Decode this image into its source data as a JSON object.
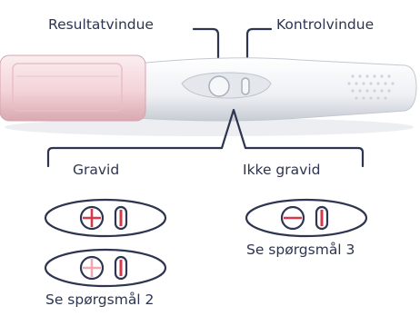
{
  "labels": {
    "result_window": "Resultatvindue",
    "control_window": "Kontrolvindue",
    "pregnant": "Gravid",
    "not_pregnant": "Ikke gravid",
    "see_question_2": "Se spørgsmål 2",
    "see_question_3": "Se spørgsmål 3"
  },
  "colors": {
    "ink": "#2d3550",
    "positive_line": "#d63a4a",
    "faint_line": "#f0a8b4",
    "cap": "#f3d3d8"
  },
  "results": [
    {
      "outcome": "pregnant",
      "result_window": "plus",
      "control_window": "line"
    },
    {
      "outcome": "pregnant",
      "result_window": "faint-plus",
      "control_window": "line"
    },
    {
      "outcome": "not_pregnant",
      "result_window": "minus",
      "control_window": "line"
    }
  ]
}
